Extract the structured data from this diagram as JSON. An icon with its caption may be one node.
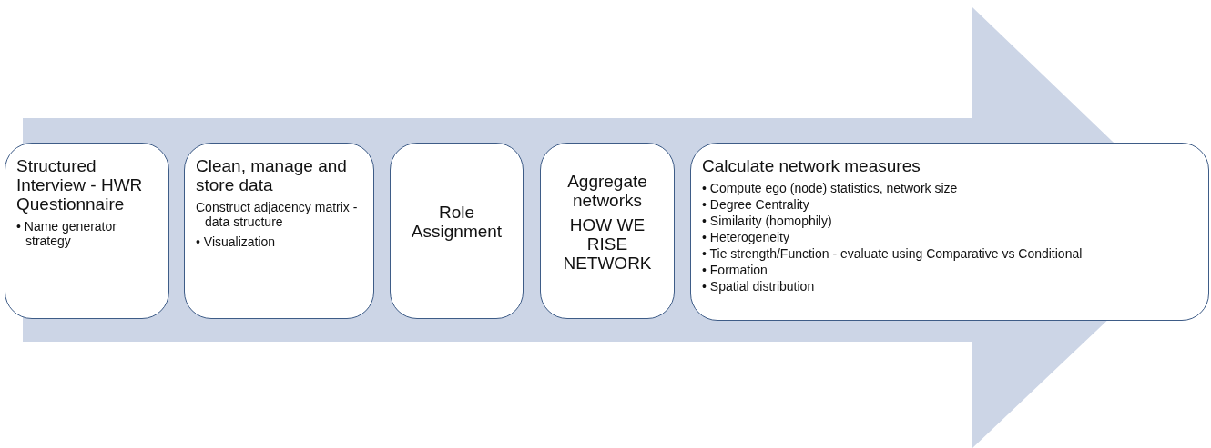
{
  "diagram": {
    "nodes": [
      {
        "text": [
          "Structured Interview  - HWR Questionnaire",
          "• Name generator strategy"
        ]
      },
      {
        "text": [
          "Clean, manage and store data",
          "Construct adjacency matrix - data structure",
          "• Visualization"
        ]
      },
      {
        "text": [
          "Role Assignment"
        ]
      },
      {
        "text": [
          "Aggregate networks",
          "HOW WE RISE NETWORK"
        ]
      },
      {
        "text": [
          "Calculate network measures",
          "• Compute ego (node) statistics, network size",
          "• Degree Centrality",
          "• Similarity (homophily)",
          "• Heterogeneity",
          "• Tie strength/Function - evaluate using Comparative vs Conditional",
          "• Formation",
          "• Spatial distribution"
        ]
      }
    ],
    "edges": [
      {
        "from": 0,
        "to": 4,
        "arrow": "to"
      }
    ]
  }
}
